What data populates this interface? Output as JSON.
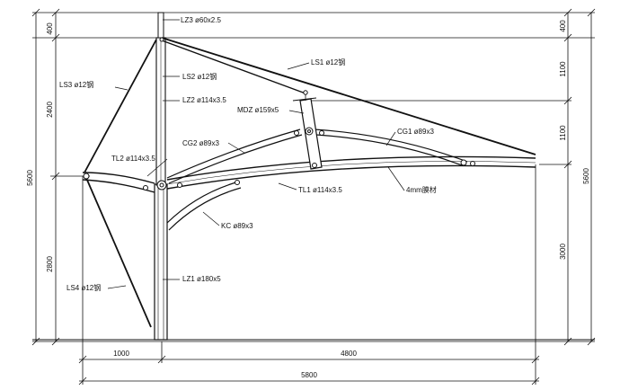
{
  "labels": {
    "lz3": "LZ3 ø60x2.5",
    "ls1": "LS1 ø12钢",
    "ls2": "LS2 ø12钢",
    "ls3": "LS3 ø12钢",
    "lz2": "LZ2 ø114x3.5",
    "mdz": "MDZ ø159x5",
    "cg1": "CG1 ø89x3",
    "cg2": "CG2 ø89x3",
    "tl2": "TL2 ø114x3.5",
    "tl1": "TL1 ø114x3.5",
    "membrane": "4mm膜材",
    "kc": "KC ø89x3",
    "lz1": "LZ1 ø180x5",
    "ls4": "LS4 ø12钢"
  },
  "dimensions": {
    "left_400": "400",
    "left_2400": "2400",
    "left_2800": "2800",
    "left_total": "5600",
    "right_400": "400",
    "right_1100a": "1100",
    "right_1100b": "1100",
    "right_3000": "3000",
    "right_total": "5600",
    "bottom_1000": "1000",
    "bottom_4800": "4800",
    "bottom_total": "5800"
  }
}
